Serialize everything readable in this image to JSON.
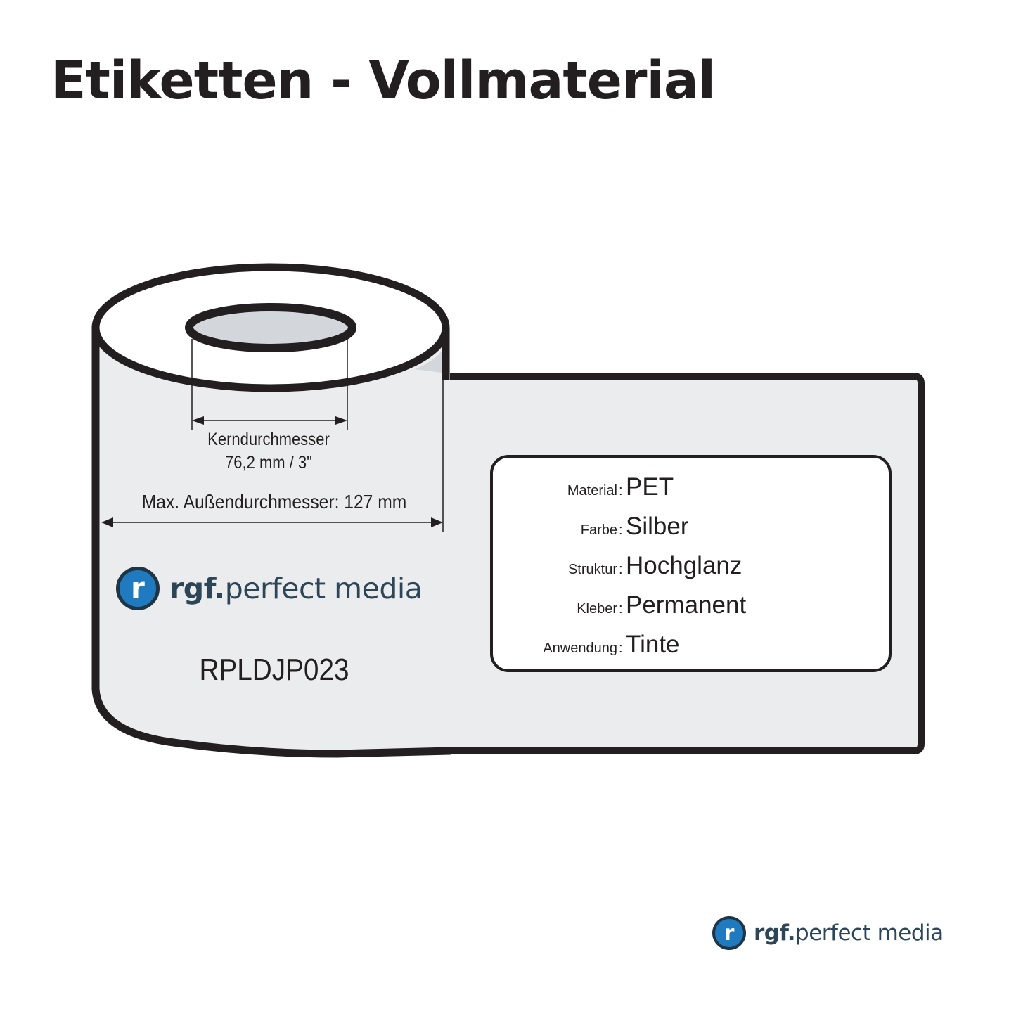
{
  "header": {
    "title": "Etiketten - Vollmaterial"
  },
  "diagram": {
    "core_label": "Kerndurchmesser",
    "core_value": "76,2 mm / 3\"",
    "outer_label": "Max. Außendurchmesser: 127 mm",
    "sku": "RPLDJP023",
    "colors": {
      "outline": "#231f20",
      "roll_face": "#ffffff",
      "roll_side": "#ebeced",
      "core_inner": "#d3d6db",
      "shadow": "#d3d6db"
    }
  },
  "brand": {
    "mark": "r",
    "name_bold": "rgf.",
    "name_light": "perfect media",
    "colors": {
      "mark_fill": "#1f7ac0",
      "mark_border": "#1f3546",
      "text": "#2d4657"
    }
  },
  "specs": [
    {
      "key": "Material",
      "value": "PET"
    },
    {
      "key": "Farbe",
      "value": "Silber"
    },
    {
      "key": "Struktur",
      "value": "Hochglanz"
    },
    {
      "key": "Kleber",
      "value": "Permanent"
    },
    {
      "key": "Anwendung",
      "value": "Tinte"
    }
  ],
  "spec_separator": ":"
}
